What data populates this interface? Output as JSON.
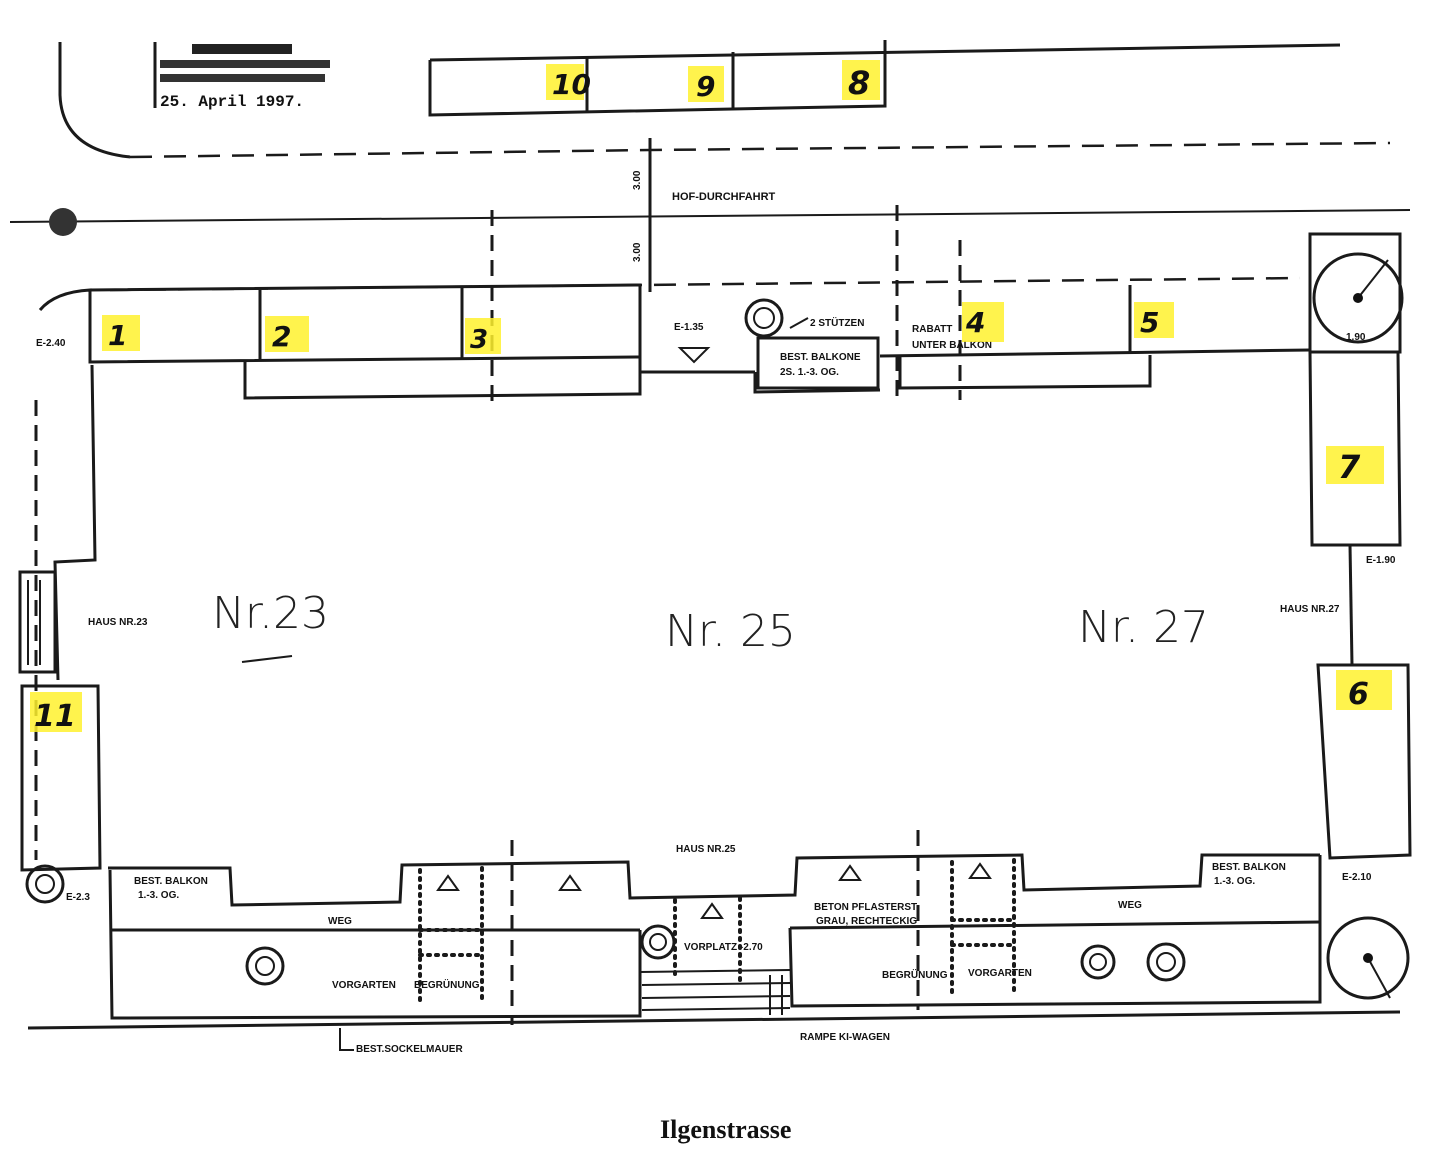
{
  "stamp": {
    "line1": "",
    "date": "25. April 1997."
  },
  "street": "Ilgenstrasse",
  "houses": {
    "nr23": "Nr.23",
    "nr25": "Nr. 25",
    "nr27": "Nr. 27"
  },
  "spots": [
    "1",
    "2",
    "3",
    "4",
    "5",
    "6",
    "7",
    "8",
    "9",
    "10",
    "11"
  ],
  "labels": {
    "hof": "HOF-DURCHFAHRT",
    "haus23": "HAUS NR.23",
    "haus25": "HAUS NR.25",
    "haus27": "HAUS NR.27",
    "elev_top_left": "E-2.40",
    "elev_mid": "E-1.35",
    "stuetzen": "2 STÜTZEN",
    "best_balkone": "BEST. BALKONE",
    "best_balkone_sub": "2S. 1.-3. OG.",
    "rabatt": "RABATT",
    "unter_balkon": "UNTER BALKON",
    "elev_right": "E-1.90",
    "best_balkon_left": "BEST. BALKON",
    "best_balkon_left_sub": "1.-3. OG.",
    "best_balkon_right": "BEST. BALKON",
    "best_balkon_right_sub": "1.-3. OG.",
    "elev_left_bottom": "E-2.3",
    "elev_right_bottom": "E-2.10",
    "weg_left": "WEG",
    "weg_right": "WEG",
    "vorgarten_left": "VORGARTEN",
    "begruenung_left": "BEGRÜNUNG",
    "vorplatz": "VORPLATZ -2.70",
    "beton": "BETON PFLASTERST.",
    "beton_sub": "GRAU, RECHTECKIG",
    "begruenung_right": "BEGRÜNUNG",
    "vorgarten_right": "VORGARTEN",
    "rampe": "RAMPE KI-WAGEN",
    "sockel": "BEST.SOCKELMAUER",
    "dim1": "3.00",
    "dim2": "3.00",
    "dim_right": "1.90"
  },
  "colors": {
    "highlight": "#fff12e",
    "ink": "#1a1a1a"
  }
}
